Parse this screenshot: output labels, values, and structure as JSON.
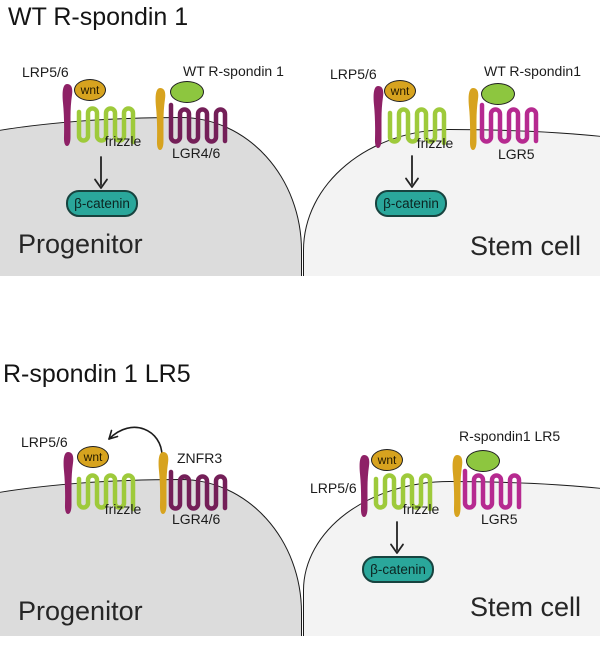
{
  "colors": {
    "background": "#ffffff",
    "progenitor_cell_fill": "#dcdcdc",
    "stem_cell_fill": "#f3f3f3",
    "membrane_stroke": "#1b1b1b",
    "lrp56_receptor": "#8e2166",
    "znrf_gold_receptor": "#d7a31f",
    "wnt_fill": "#d7a31f",
    "frizzled_receptor": "#9eca3b",
    "rspondin_fill": "#8dc63f",
    "lgr46_receptor": "#741f58",
    "lgr5_receptor": "#b62a90",
    "bcatenin_fill": "#2aa79b",
    "bcatenin_stroke": "#17433f",
    "text": "#1a1a1a"
  },
  "panels": [
    {
      "title": "WT R-spondin 1",
      "left": {
        "cell_name": "Progenitor",
        "lrp_label": "LRP5/6",
        "wnt_label": "wnt",
        "frizzled_label": "frizzle",
        "rspondin_label": "WT R-spondin 1",
        "lgr_label": "LGR4/6",
        "bcatenin_label": "β-catenin"
      },
      "right": {
        "cell_name": "Stem cell",
        "lrp_label": "LRP5/6",
        "wnt_label": "wnt",
        "frizzled_label": "frizzle",
        "rspondin_label": "WT R-spondin1",
        "lgr_label": "LGR5",
        "bcatenin_label": "β-catenin"
      }
    },
    {
      "title": "R-spondin 1 LR5",
      "left": {
        "cell_name": "Progenitor",
        "lrp_label": "LRP5/6",
        "wnt_label": "wnt",
        "frizzled_label": "frizzle",
        "znrf_label": "ZNFR3",
        "lgr_label": "LGR4/6"
      },
      "right": {
        "cell_name": "Stem cell",
        "lrp_label": "LRP5/6",
        "wnt_label": "wnt",
        "frizzled_label": "frizzle",
        "rspondin_label": "R-spondin1 LR5",
        "lgr_label": "LGR5",
        "bcatenin_label": "β-catenin"
      }
    }
  ]
}
